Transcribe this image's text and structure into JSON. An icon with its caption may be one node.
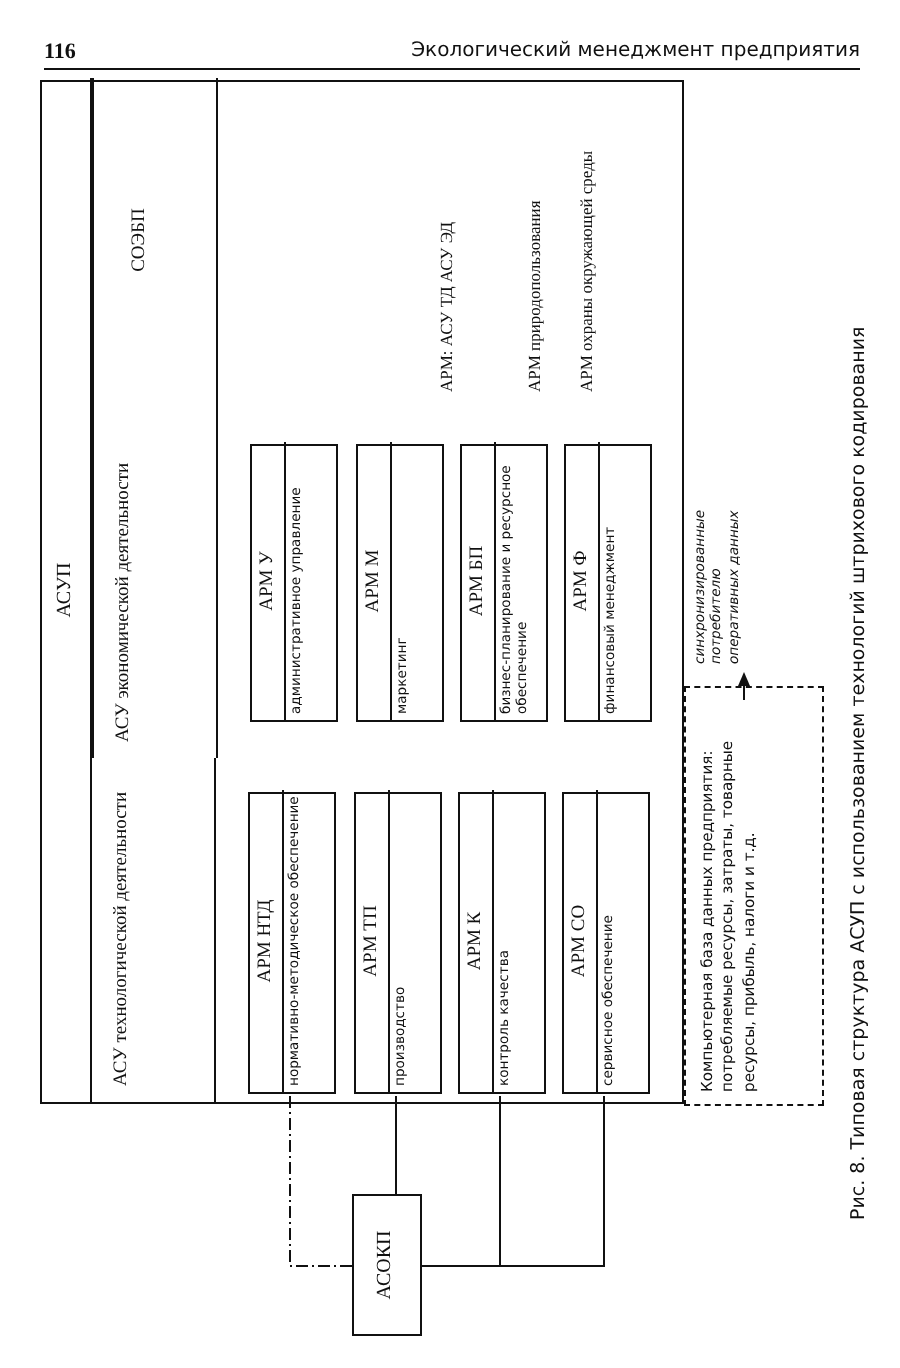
{
  "diagram": {
    "caption": "Рис. 8. Типовая структура АСУП с использованием технологий штрихового кодирования",
    "nodes": [
      {
        "text": [
          "АСУП"
        ]
      },
      {
        "text": [
          "АСУ технологической деятельности"
        ],
        "in": 0
      },
      {
        "text": [
          "АРМ НТД",
          "нормативно-методическое обеспечение"
        ],
        "in": 1
      },
      {
        "text": [
          "АРМ ТП",
          "производство"
        ],
        "in": 1
      },
      {
        "text": [
          "АРМ К",
          "контроль качества"
        ],
        "in": 1
      },
      {
        "text": [
          "АРМ СО",
          "сервисное обеспечение"
        ],
        "in": 1
      },
      {
        "text": [
          "АСУ экономической деятельности"
        ],
        "in": 0
      },
      {
        "text": [
          "АРМ У",
          "административное управление"
        ],
        "in": 6
      },
      {
        "text": [
          "АРМ М",
          "маркетинг"
        ],
        "in": 6
      },
      {
        "text": [
          "АРМ БП",
          "бизнес-планирование и ресурсное обеспечение"
        ],
        "in": 6
      },
      {
        "text": [
          "АРМ Ф",
          "финансовый менеджмент"
        ],
        "in": 6
      },
      {
        "text": [
          "СОЭБП",
          "АРМ: АСУ ТД АСУ ЭД",
          "АРМ природопользования",
          "АРМ охраны окружающей среды"
        ],
        "in": 0
      },
      {
        "text": [
          "Компьютерная база данных предприятия: потребляемые ресурсы, затраты, товарные ресурсы, прибыль, налоги и т.д."
        ]
      },
      {
        "text": [
          "АСОКП"
        ]
      }
    ],
    "edges": [
      {
        "from": 2,
        "to": 13,
        "arrow": "none",
        "style": "dashed"
      },
      {
        "from": 3,
        "to": 13,
        "arrow": "none"
      },
      {
        "from": 4,
        "to": 13,
        "arrow": "none"
      },
      {
        "from": 5,
        "to": 13,
        "arrow": "none"
      }
    ],
    "labels": [
      "116",
      "Экологический менеджмент предприятия",
      "синхронизированные потребителю оперативных данных"
    ]
  }
}
